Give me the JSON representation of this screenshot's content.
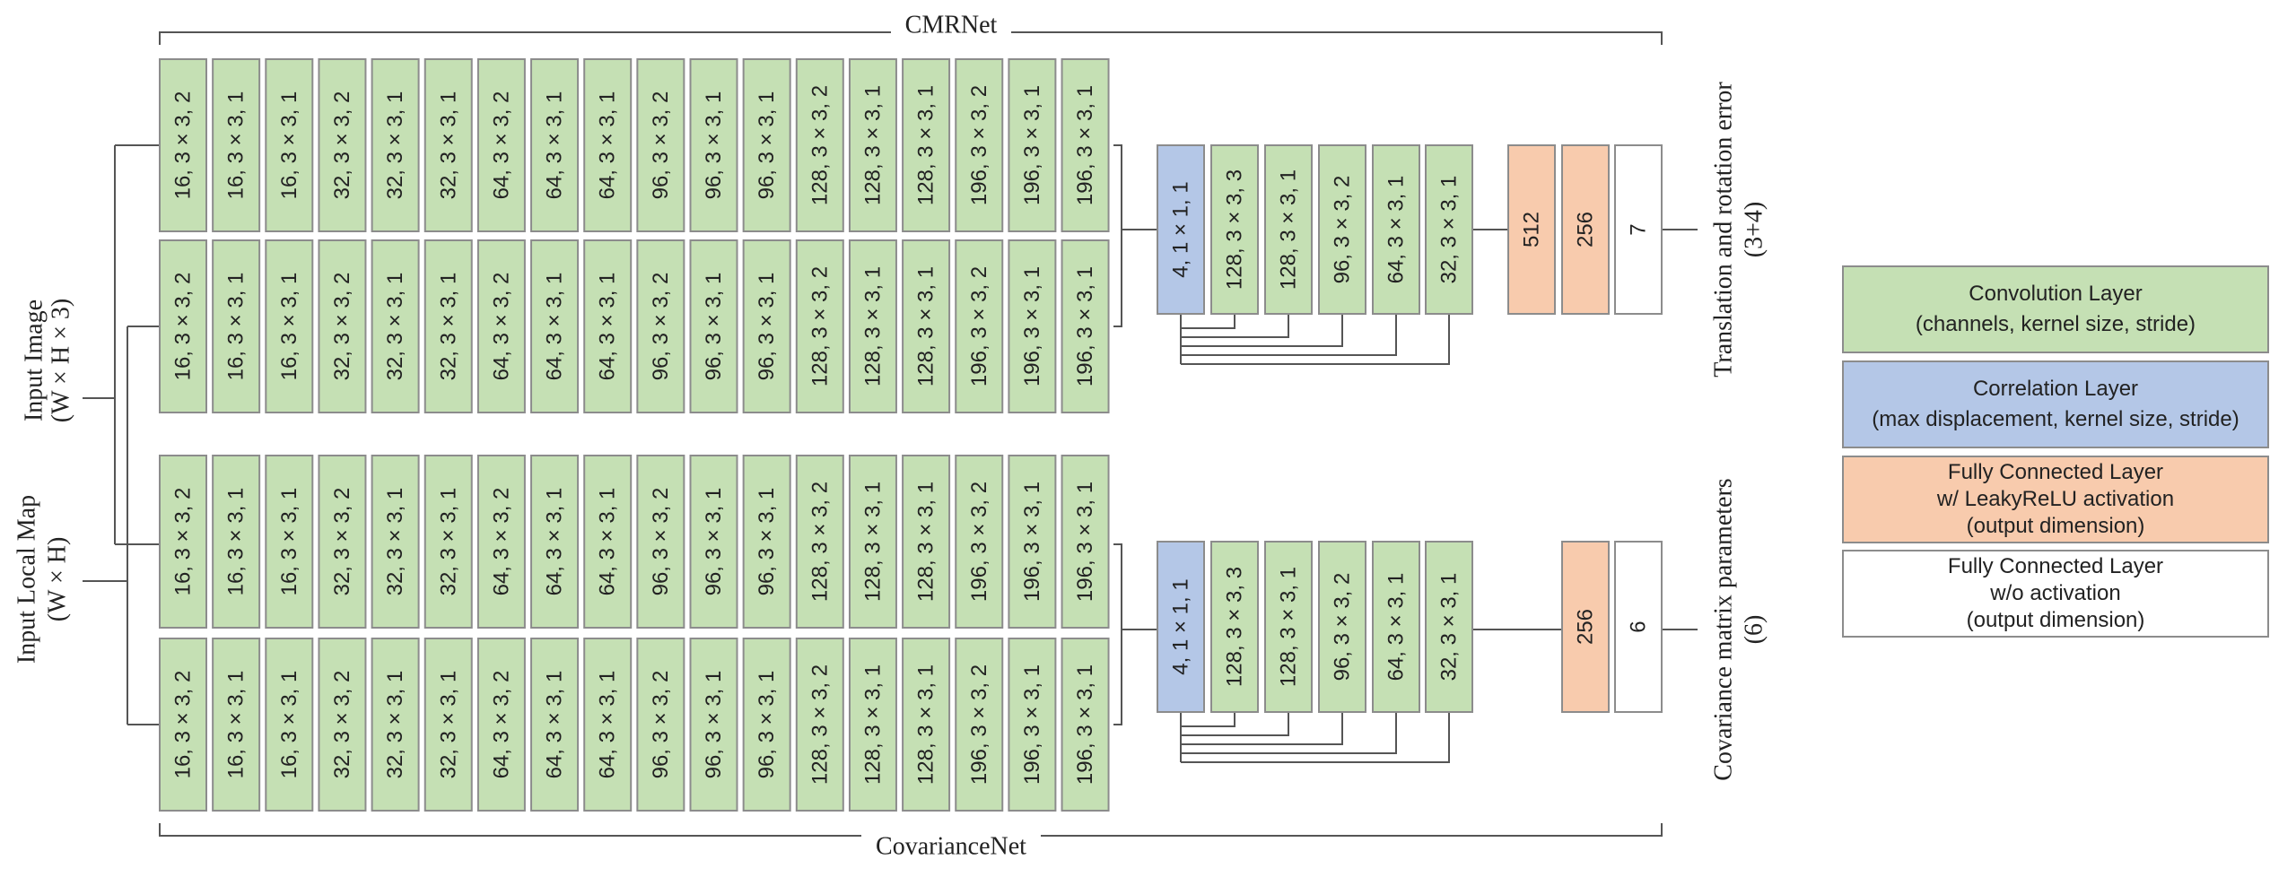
{
  "title_top": "CMRNet",
  "title_bottom": "CovarianceNet",
  "inputs": [
    {
      "line1": "Input Image",
      "line2": "(W × H × 3)"
    },
    {
      "line1": "Input Local Map",
      "line2": "(W × H)"
    }
  ],
  "encoder_layers": [
    "16, 3 × 3, 2",
    "16, 3 × 3, 1",
    "16, 3 × 3, 1",
    "32, 3 × 3, 2",
    "32, 3 × 3, 1",
    "32, 3 × 3, 1",
    "64, 3 × 3, 2",
    "64, 3 × 3, 1",
    "64, 3 × 3, 1",
    "96, 3 × 3, 2",
    "96, 3 × 3, 1",
    "96, 3 × 3, 1",
    "128, 3 × 3, 2",
    "128, 3 × 3, 1",
    "128, 3 × 3, 1",
    "196, 3 × 3, 2",
    "196, 3 × 3, 1",
    "196, 3 × 3, 1"
  ],
  "correlation_label": "4, 1 × 1, 1",
  "decoder_layers": [
    "128, 3 × 3, 3",
    "128, 3 × 3, 1",
    "96, 3 × 3, 2",
    "64, 3 × 3, 1",
    "32, 3 × 3, 1"
  ],
  "cmrnet_fc": [
    "512",
    "256"
  ],
  "cmrnet_out": "7",
  "covnet_fc": [
    "256"
  ],
  "covnet_out": "6",
  "outputs": [
    {
      "line1": "Translation and rotation error",
      "line2": "(3+4)"
    },
    {
      "line1": "Covariance matrix parameters",
      "line2": "(6)"
    }
  ],
  "colors": {
    "conv": "#c5e0b4",
    "corr": "#b4c7e7",
    "fc": "#f8cbad",
    "fc_noact": "#ffffff",
    "border": "#8c8c8c",
    "line": "#555555"
  },
  "legend": [
    {
      "kind": "conv",
      "lines": [
        "Convolution Layer",
        "(channels, kernel size, stride)"
      ]
    },
    {
      "kind": "corr",
      "lines": [
        "Correlation Layer",
        "(max displacement, kernel size, stride)"
      ]
    },
    {
      "kind": "fc",
      "lines": [
        "Fully Connected Layer",
        "w/ LeakyReLU activation",
        "(output dimension)"
      ]
    },
    {
      "kind": "fc_noact",
      "lines": [
        "Fully Connected Layer",
        "w/o activation",
        "(output dimension)"
      ]
    }
  ]
}
